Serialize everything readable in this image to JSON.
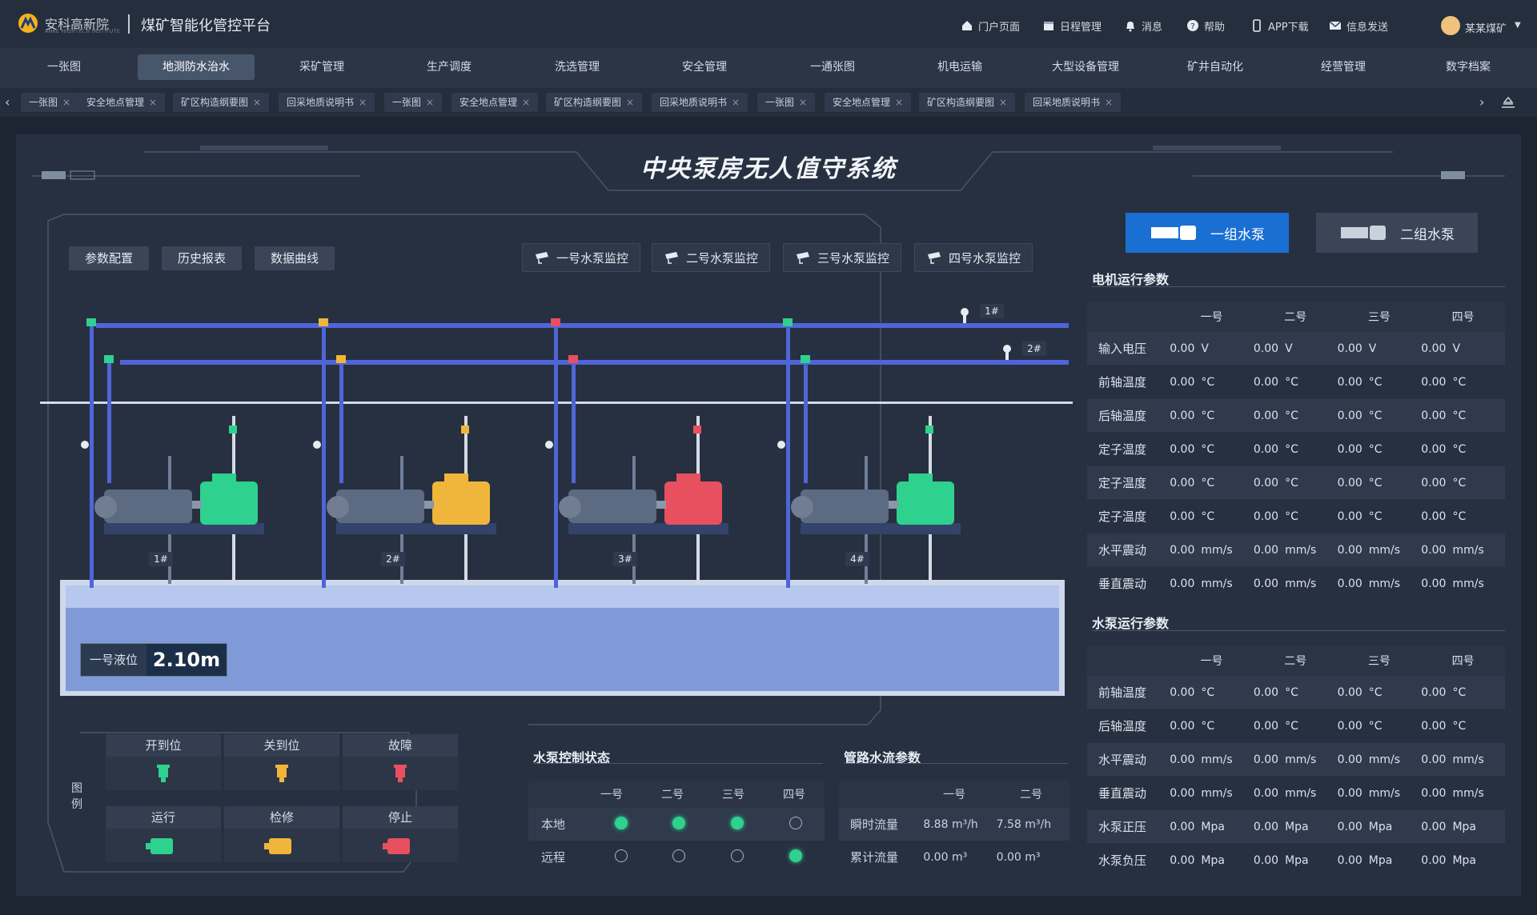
{
  "app": {
    "logo_name": "安科高新院",
    "logo_en": "ANKE HIGHTECH INSTITUTE",
    "platform_title": "煤矿智能化管控平台"
  },
  "header_links": [
    {
      "label": "门户页面",
      "icon": "home-icon"
    },
    {
      "label": "日程管理",
      "icon": "calendar-icon"
    },
    {
      "label": "消息",
      "icon": "bell-icon"
    },
    {
      "label": "帮助",
      "icon": "help-icon"
    },
    {
      "label": "APP下载",
      "icon": "phone-icon"
    },
    {
      "label": "信息发送",
      "icon": "mail-icon"
    }
  ],
  "user": {
    "name": "某某煤矿"
  },
  "nav": [
    {
      "label": "一张图"
    },
    {
      "label": "地测防水治水",
      "active": true
    },
    {
      "label": "采矿管理"
    },
    {
      "label": "生产调度"
    },
    {
      "label": "洗选管理"
    },
    {
      "label": "安全管理"
    },
    {
      "label": "一通张图"
    },
    {
      "label": "机电运输"
    },
    {
      "label": "大型设备管理"
    },
    {
      "label": "矿井自动化"
    },
    {
      "label": "经营管理"
    },
    {
      "label": "数字档案"
    }
  ],
  "tabs": [
    "一张图",
    "安全地点管理",
    "矿区构造纲要图",
    "回采地质说明书",
    "一张图",
    "安全地点管理",
    "矿区构造纲要图",
    "回采地质说明书",
    "一张图",
    "安全地点管理",
    "矿区构造纲要图",
    "回采地质说明书"
  ],
  "main": {
    "system_title": "中央泵房无人值守系统",
    "buttons": {
      "config": "参数配置",
      "history": "历史报表",
      "curve": "数据曲线"
    },
    "monitors": [
      "一号水泵监控",
      "二号水泵监控",
      "三号水泵监控",
      "四号水泵监控"
    ],
    "pipe_labels": [
      "1#",
      "2#"
    ],
    "pump_labels": [
      "1#",
      "2#",
      "3#",
      "4#"
    ],
    "level": {
      "label": "一号液位",
      "value": "2.10m"
    }
  },
  "colors": {
    "running": "#2fd18e",
    "maintenance": "#f0b63c",
    "stopped": "#e9505f",
    "accent": "#1a6fd3",
    "pipe": "#4f65d9"
  },
  "legend": {
    "title": "图例",
    "items": [
      {
        "label": "开到位",
        "icon": "valve-open-icon"
      },
      {
        "label": "关到位",
        "icon": "valve-closed-icon"
      },
      {
        "label": "故障",
        "icon": "valve-fault-icon"
      },
      {
        "label": "运行",
        "icon": "pump-running-icon"
      },
      {
        "label": "检修",
        "icon": "pump-maintenance-icon"
      },
      {
        "label": "停止",
        "icon": "pump-stopped-icon"
      }
    ]
  },
  "control": {
    "title": "水泵控制状态",
    "headers": [
      "一号",
      "二号",
      "三号",
      "四号"
    ],
    "rows": [
      {
        "label": "本地",
        "states": [
          true,
          true,
          true,
          false
        ]
      },
      {
        "label": "远程",
        "states": [
          false,
          false,
          false,
          true
        ]
      }
    ]
  },
  "flow": {
    "title": "管路水流参数",
    "headers": [
      "一号",
      "二号"
    ],
    "rows": [
      {
        "label": "瞬时流量",
        "values": [
          {
            "v": "8.88",
            "u": "m³/h"
          },
          {
            "v": "7.58",
            "u": "m³/h"
          }
        ]
      },
      {
        "label": "累计流量",
        "values": [
          {
            "v": "0.00",
            "u": "m³"
          },
          {
            "v": "0.00",
            "u": "m³"
          }
        ]
      }
    ]
  },
  "groups": [
    {
      "label": "一组水泵",
      "active": true
    },
    {
      "label": "二组水泵"
    }
  ],
  "motor": {
    "title": "电机运行参数",
    "headers": [
      "一号",
      "二号",
      "三号",
      "四号"
    ],
    "rows": [
      {
        "label": "输入电压",
        "v": "0.00",
        "u": "V"
      },
      {
        "label": "前轴温度",
        "v": "0.00",
        "u": "°C"
      },
      {
        "label": "后轴温度",
        "v": "0.00",
        "u": "°C"
      },
      {
        "label": "定子温度",
        "v": "0.00",
        "u": "°C"
      },
      {
        "label": "定子温度",
        "v": "0.00",
        "u": "°C"
      },
      {
        "label": "定子温度",
        "v": "0.00",
        "u": "°C"
      },
      {
        "label": "水平震动",
        "v": "0.00",
        "u": "mm/s"
      },
      {
        "label": "垂直震动",
        "v": "0.00",
        "u": "mm/s"
      }
    ]
  },
  "pump": {
    "title": "水泵运行参数",
    "headers": [
      "一号",
      "二号",
      "三号",
      "四号"
    ],
    "rows": [
      {
        "label": "前轴温度",
        "v": "0.00",
        "u": "°C"
      },
      {
        "label": "后轴温度",
        "v": "0.00",
        "u": "°C"
      },
      {
        "label": "水平震动",
        "v": "0.00",
        "u": "mm/s"
      },
      {
        "label": "垂直震动",
        "v": "0.00",
        "u": "mm/s"
      },
      {
        "label": "水泵正压",
        "v": "0.00",
        "u": "Mpa"
      },
      {
        "label": "水泵负压",
        "v": "0.00",
        "u": "Mpa"
      }
    ]
  }
}
